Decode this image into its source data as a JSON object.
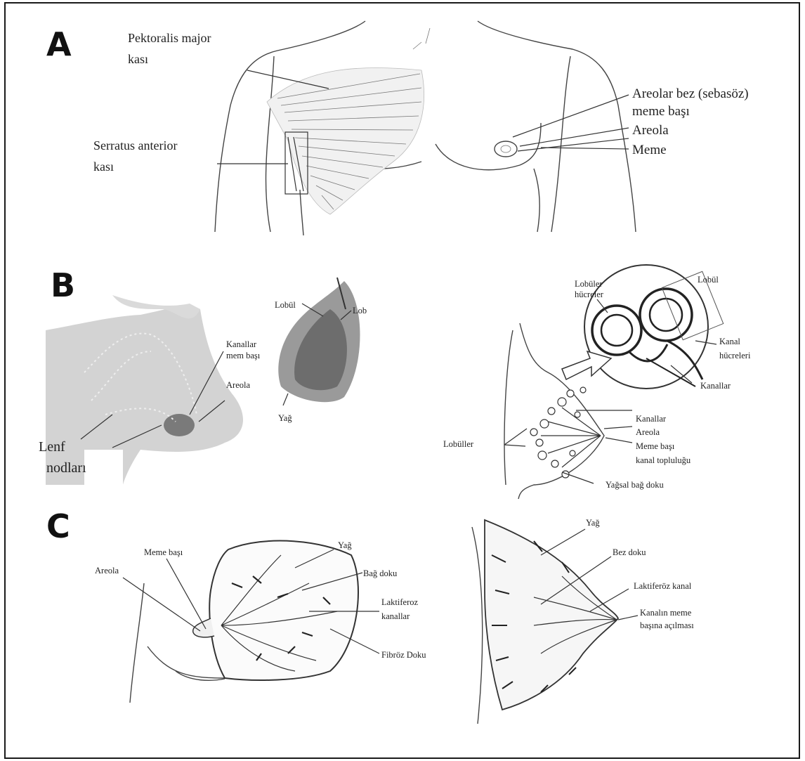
{
  "panels": {
    "a": {
      "letter": "A",
      "labels": {
        "pectoralis_1": "Pektoralis major",
        "pectoralis_2": "kası",
        "serratus_1": "Serratus anterior",
        "serratus_2": "kası",
        "areolar_gland_1": "Areolar bez (sebasöz)",
        "areolar_gland_2": "meme başı",
        "areola": "Areola",
        "breast": "Meme"
      }
    },
    "b": {
      "letter": "B",
      "labels": {
        "lobule": "Lobül",
        "lobe": "Lob",
        "ducts_1": "Kanallar",
        "ducts_2": "mem başı",
        "areola": "Areola",
        "fat": "Yağ",
        "lymph_1": "Lenf",
        "lymph_2": "nodları",
        "lobular_cells_1": "Lobüler",
        "lobular_cells_2": "hücreler",
        "lobule_right": "Lobül",
        "duct_cells_1": "Kanal",
        "duct_cells_2": "hücreleri",
        "ducts_zoom": "Kanallar",
        "ducts_right": "Kanallar",
        "areola_right": "Areola",
        "nipple_right": "Meme başı",
        "duct_group": "kanal topluluğu",
        "lobules_right": "Lobüller",
        "fatty_tissue": "Yağsal bağ doku"
      }
    },
    "c": {
      "letter": "C",
      "labels": {
        "nipple": "Meme başı",
        "areola": "Areola",
        "fat": "Yağ",
        "connective": "Bağ doku",
        "lactiferous_1": "Laktiferoz",
        "lactiferous_2": "kanallar",
        "fibrous": "Fibröz Doku",
        "fat_right": "Yağ",
        "gland_tissue": "Bez doku",
        "lactiferous_duct": "Laktiferöz kanal",
        "duct_opening_1": "Kanalın meme",
        "duct_opening_2": "başına açılması"
      }
    }
  }
}
